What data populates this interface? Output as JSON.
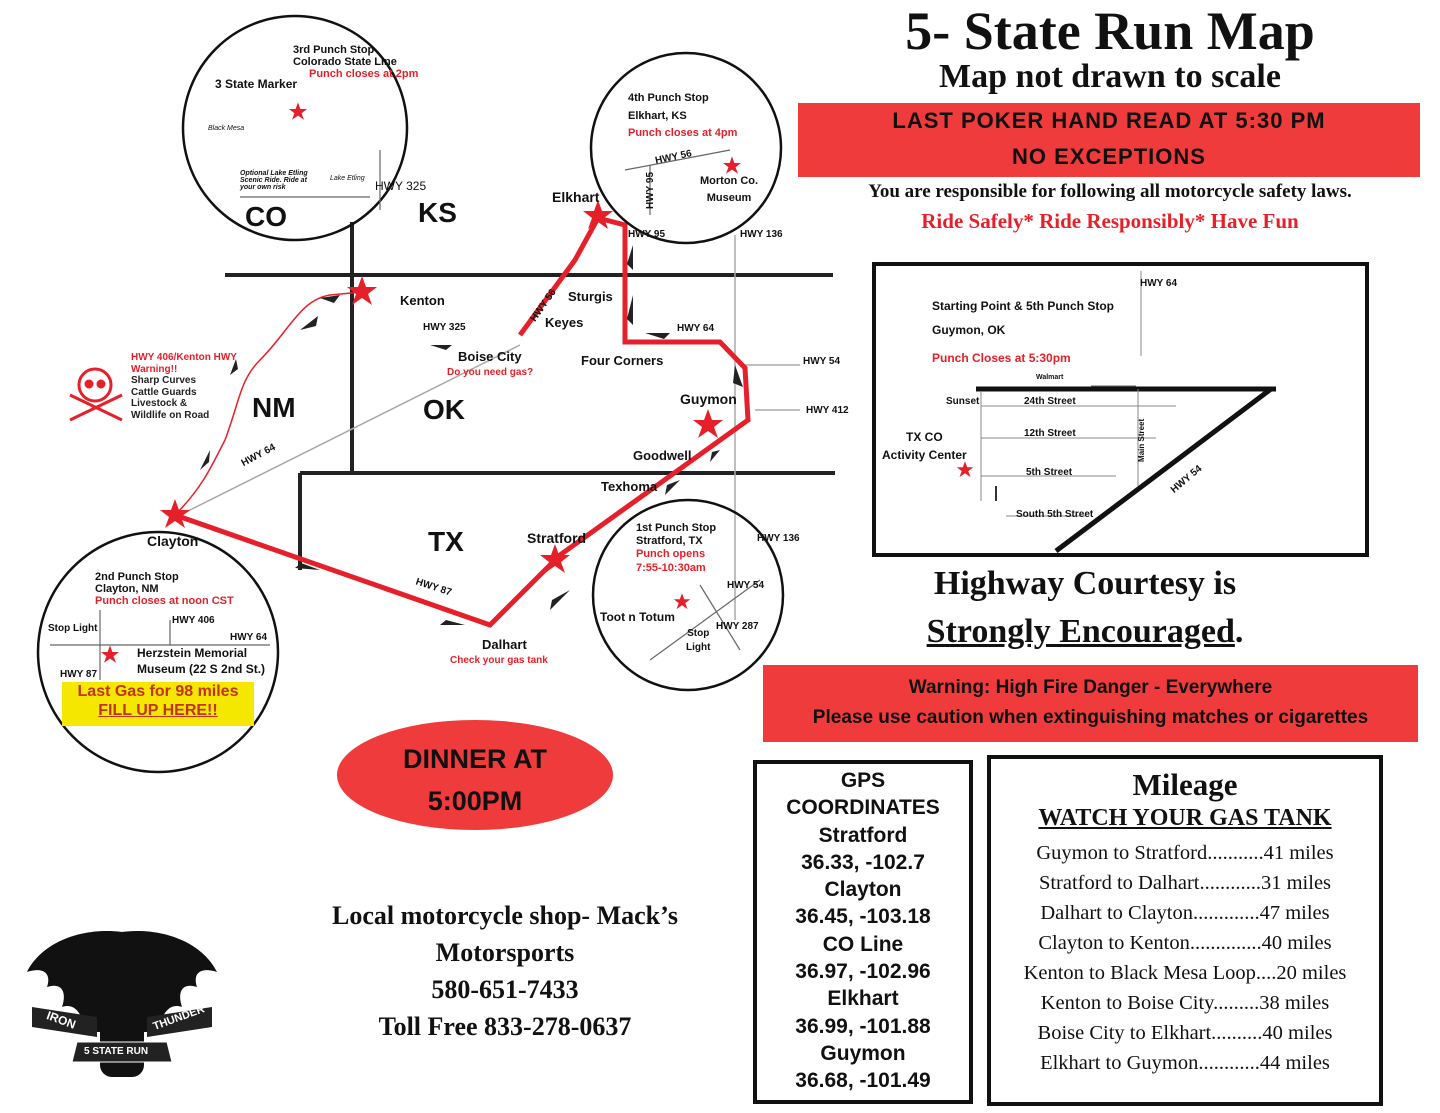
{
  "header": {
    "title": "5- State Run Map",
    "subtitle": "Map not drawn to scale",
    "poker_line1": "LAST POKER HAND READ AT 5:30 PM",
    "poker_line2": "NO EXCEPTIONS",
    "safety": "You are responsible for following all motorcycle safety laws.",
    "motto": "Ride Safely* Ride Responsibly* Have Fun"
  },
  "colors": {
    "red": "#ef3b3b",
    "route": "#e5202a",
    "highlight": "#f5e700"
  },
  "map": {
    "states": {
      "co": "CO",
      "ks": "KS",
      "nm": "NM",
      "ok": "OK",
      "tx": "TX"
    },
    "towns": {
      "kenton": "Kenton",
      "boise_city": "Boise City",
      "boise_note": "Do you need gas?",
      "keyes": "Keyes",
      "sturgis": "Sturgis",
      "four_corners": "Four Corners",
      "elkhart": "Elkhart",
      "guymon": "Guymon",
      "goodwell": "Goodwell",
      "texhoma": "Texhoma",
      "stratford": "Stratford",
      "dalhart": "Dalhart",
      "dalhart_note": "Check your gas tank",
      "clayton": "Clayton"
    },
    "highways": {
      "hwy325": "HWY 325",
      "hwy56": "HWY 56",
      "hwy95": "HWY 95",
      "hwy136": "HWY 136",
      "hwy64": "HWY 64",
      "hwy54": "HWY 54",
      "hwy412": "HWY 412",
      "hwy136b": "HWY 136",
      "hwy87": "HWY 87",
      "hwy64b": "HWY 64"
    },
    "warning": {
      "title": "HWY 406/Kenton HWY",
      "line1": "Warning!!",
      "line2": "Sharp Curves",
      "line3": "Cattle Guards",
      "line4": "Livestock &",
      "line5": "Wildlife on Road"
    },
    "co_inset": {
      "l1": "3rd Punch Stop",
      "l2": "Colorado State Line",
      "l3": "Punch closes at 2pm",
      "marker": "3 State Marker",
      "mesa": "Black Mesa",
      "optional": "Optional Lake Etling Scenic Ride. Ride at your own risk",
      "lake": "Lake Etling",
      "hwy": "HWY 325"
    },
    "ks_inset": {
      "l1": "4th Punch Stop",
      "l2": "Elkhart, KS",
      "l3": "Punch closes at 4pm",
      "hwy56": "HWY 56",
      "hwy95": "HWY 95",
      "museum1": "Morton Co.",
      "museum2": "Museum"
    },
    "nm_inset": {
      "l1": "2nd Punch Stop",
      "l2": "Clayton, NM",
      "l3": "Punch closes at noon CST",
      "stoplight": "Stop Light",
      "hwy406": "HWY 406",
      "hwy64": "HWY 64",
      "hwy87": "HWY 87",
      "museum1": "Herzstein Memorial",
      "museum2": "Museum (22 S 2nd St.)",
      "gas1": "Last Gas for 98 miles",
      "gas2": "FILL UP HERE!!"
    },
    "tx_inset": {
      "l1": "1st Punch Stop",
      "l2": "Stratford, TX",
      "l3": "Punch opens",
      "l4": "7:55-10:30am",
      "hwy54": "HWY 54",
      "hwy287": "HWY 287",
      "toot": "Toot n Totum",
      "stop1": "Stop",
      "stop2": "Light"
    }
  },
  "guymon_inset": {
    "l1": "Starting Point & 5th Punch Stop",
    "l2": "Guymon, OK",
    "l3": "Punch Closes at 5:30pm",
    "hwy64": "HWY 64",
    "walmart": "Walmart",
    "sunset": "Sunset",
    "st24": "24th Street",
    "st12": "12th Street",
    "st5": "5th Street",
    "south5": "South 5th Street",
    "main": "Main Street",
    "hwy54": "HWY 54",
    "txco1": "TX CO",
    "txco2": "Activity Center"
  },
  "courtesy": {
    "line1": "Highway Courtesy is",
    "line2": "Strongly Encouraged",
    "period": "."
  },
  "fire": {
    "line1": "Warning: High Fire Danger - Everywhere",
    "line2": "Please use caution when extinguishing matches or cigarettes"
  },
  "dinner": {
    "line1": "DINNER AT",
    "line2": "5:00PM"
  },
  "shop": {
    "line1": "Local motorcycle shop- Mack’s",
    "line2": "Motorsports",
    "phone": "580-651-7433",
    "tollfree": "Toll Free 833-278-0637"
  },
  "logo": {
    "text1": "IRON",
    "text2": "THUNDER",
    "text3": "5 STATE RUN"
  },
  "gps": {
    "title1": "GPS",
    "title2": "COORDINATES",
    "entries": [
      {
        "name": "Stratford",
        "coords": "36.33, -102.7"
      },
      {
        "name": "Clayton",
        "coords": "36.45, -103.18"
      },
      {
        "name": "CO Line",
        "coords": "36.97, -102.96"
      },
      {
        "name": "Elkhart",
        "coords": "36.99, -101.88"
      },
      {
        "name": "Guymon",
        "coords": "36.68, -101.49"
      }
    ]
  },
  "mileage": {
    "title": "Mileage",
    "subtitle": "WATCH YOUR GAS TANK",
    "rows": [
      "Guymon to Stratford...........41 miles",
      "Stratford to Dalhart............31 miles",
      "Dalhart to Clayton.............47 miles",
      "Clayton to Kenton..............40 miles",
      "Kenton to Black Mesa Loop....20 miles",
      "Kenton to Boise City.........38 miles",
      "Boise City to Elkhart..........40 miles",
      "Elkhart to Guymon............44 miles"
    ]
  }
}
